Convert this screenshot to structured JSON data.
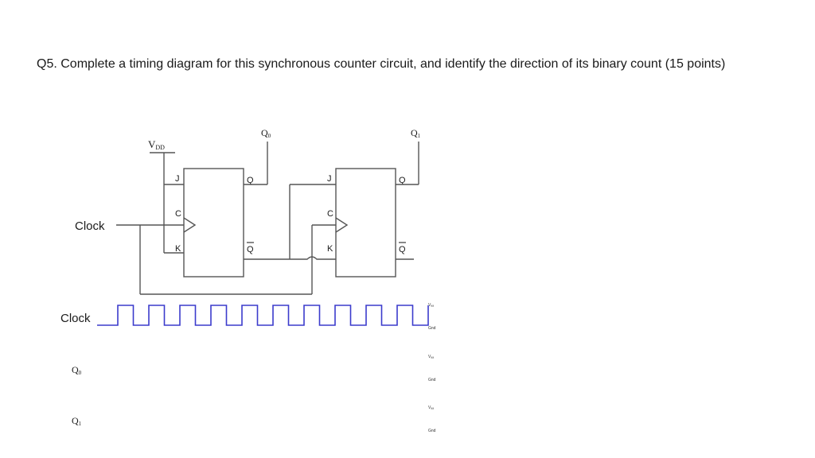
{
  "question": "Q5. Complete a timing diagram for this synchronous counter circuit, and identify the direction of its binary count (15 points)",
  "circuit": {
    "vdd_label": "V",
    "vdd_sub": "DD",
    "clock_label": "Clock",
    "q0_label": "Q",
    "q0_sub": "0",
    "q1_label": "Q",
    "q1_sub": "1",
    "ff0": {
      "j": "J",
      "c": "C",
      "k": "K",
      "q": "Q",
      "qbar": "Q"
    },
    "ff1": {
      "j": "J",
      "c": "C",
      "k": "K",
      "q": "Q",
      "qbar": "Q"
    }
  },
  "timing": {
    "clock_label": "Clock",
    "q0_label": "Q",
    "q0_sub": "0",
    "q1_label": "Q",
    "q1_sub": "1",
    "vdd_mark": "Vₐₐ",
    "gnd_mark": "Gnd",
    "clock_pulses": 10
  }
}
